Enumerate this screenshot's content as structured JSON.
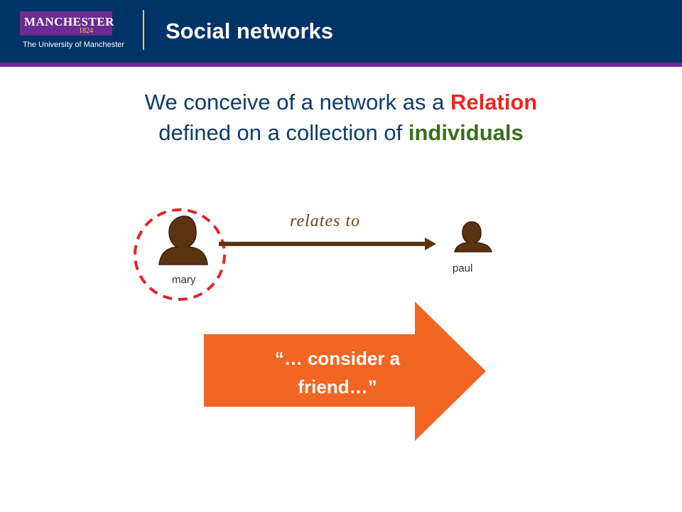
{
  "header": {
    "logo_name": "MANCHESTER",
    "logo_year": "1824",
    "logo_university": "The University of Manchester",
    "title": "Social networks"
  },
  "headline": {
    "line1_prefix": "We conceive of a network as a ",
    "line1_keyword": "Relation",
    "line2_prefix": "defined on a collection of ",
    "line2_keyword": "individuals"
  },
  "diagram": {
    "relation_label": "relates to",
    "source_person": "mary",
    "target_person": "paul",
    "callout_text": "“… consider a friend…”"
  },
  "colors": {
    "header_background": "#003366",
    "header_rule": "#6b2c91",
    "headline_text": "#0b3d6b",
    "relation_keyword": "#e8281f",
    "individuals_keyword": "#3a6e1a",
    "person_silhouette": "#5c3311",
    "selection_ring": "#e0252b",
    "callout_fill": "#f26522"
  },
  "icons": {
    "source_person": "person-silhouette-icon",
    "target_person": "person-silhouette-icon",
    "relation_arrow": "arrow-right-icon"
  }
}
